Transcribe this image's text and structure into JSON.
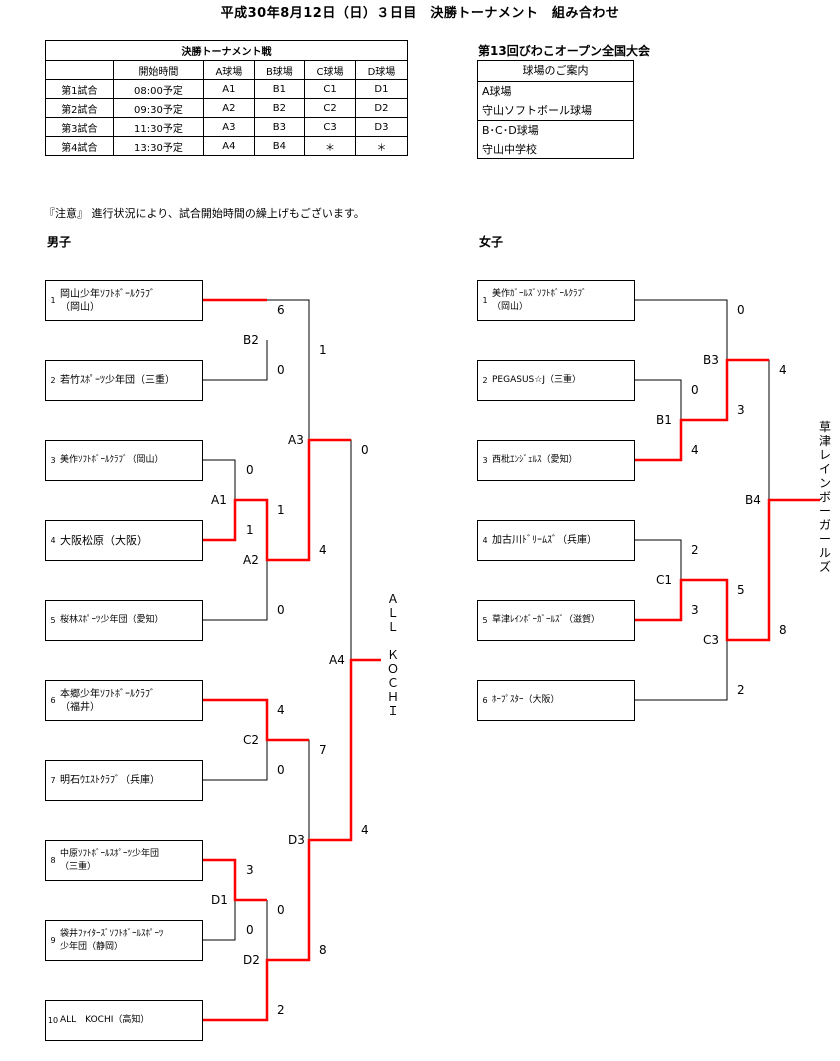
{
  "page_title": "平成30年8月12日（日）３日目　決勝トーナメント　組み合わせ",
  "schedule": {
    "caption": "決勝トーナメント戦",
    "headers": [
      "",
      "開始時間",
      "A球場",
      "B球場",
      "C球場",
      "D球場"
    ],
    "rows": [
      [
        "第1試合",
        "08:00予定",
        "A1",
        "B1",
        "C1",
        "D1"
      ],
      [
        "第2試合",
        "09:30予定",
        "A2",
        "B2",
        "C2",
        "D2"
      ],
      [
        "第3試合",
        "11:30予定",
        "A3",
        "B3",
        "C3",
        "D3"
      ],
      [
        "第4試合",
        "13:30予定",
        "A4",
        "B4",
        "＊",
        "＊"
      ]
    ]
  },
  "tournament_name": "第13回びわこオープン全国大会",
  "venues": {
    "title": "球場のご案内",
    "groups": [
      {
        "fields": "A球場",
        "place": "守山ソフトボール球場"
      },
      {
        "fields": "B･C･D球場",
        "place": "守山中学校"
      }
    ]
  },
  "notice": "『注意』 進行状況により、試合開始時間の繰上げもございます。",
  "boys": {
    "label": "男子",
    "teams": [
      {
        "seed": "1",
        "name": "岡山少年ｿﾌﾄﾎﾞｰﾙｸﾗﾌﾞ",
        "name2": "（岡山）"
      },
      {
        "seed": "2",
        "name": "若竹ｽﾎﾟｰﾂ少年団（三重）",
        "name2": ""
      },
      {
        "seed": "3",
        "name": "美作ｿﾌﾄﾎﾞｰﾙｸﾗﾌﾞ（岡山）",
        "name2": ""
      },
      {
        "seed": "4",
        "name": "大阪松原（大阪）",
        "name2": ""
      },
      {
        "seed": "5",
        "name": "桜林ｽﾎﾟｰﾂ少年団（愛知）",
        "name2": ""
      },
      {
        "seed": "6",
        "name": "本郷少年ｿﾌﾄﾎﾞｰﾙｸﾗﾌﾞ",
        "name2": "（福井）"
      },
      {
        "seed": "7",
        "name": "明石ｳｴｽﾄｸﾗﾌﾞ（兵庫）",
        "name2": ""
      },
      {
        "seed": "8",
        "name": "中原ｿﾌﾄﾎﾞｰﾙｽﾎﾟｰﾂ少年団",
        "name2": "（三重）"
      },
      {
        "seed": "9",
        "name": "袋井ﾌｧｲﾀｰｽﾞｿﾌﾄﾎﾞｰﾙｽﾎﾟｰﾂ",
        "name2": "少年団（静岡）"
      },
      {
        "seed": "10",
        "name": "ALL　KOCHI（高知）",
        "name2": ""
      }
    ],
    "match_labels": {
      "B2": "B2",
      "A1": "A1",
      "A2": "A2",
      "A3": "A3",
      "A4": "A4",
      "C2": "C2",
      "D1": "D1",
      "D2": "D2",
      "D3": "D3"
    },
    "scores": {
      "b2_t1": "6",
      "b2_t2": "0",
      "a1_t3": "0",
      "a1_t4": "1",
      "a2_w": "1",
      "a2_t5": "0",
      "a3_b2": "1",
      "a3_a2": "4",
      "c2_t6": "4",
      "c2_t7": "0",
      "d1_t8": "3",
      "d1_t9": "0",
      "d2_d1": "0",
      "d2_t10": "2",
      "d3_c2": "7",
      "d3_d2": "8",
      "a4_a3": "0",
      "a4_d3": "4"
    },
    "champion": "ＡＬＬ　ＫＯＣＨＩ"
  },
  "girls": {
    "label": "女子",
    "teams": [
      {
        "seed": "1",
        "name": "美作ｶﾞｰﾙｽﾞｿﾌﾄﾎﾞｰﾙｸﾗﾌﾞ",
        "name2": "（岡山）"
      },
      {
        "seed": "2",
        "name": "PEGASUS☆J（三重）",
        "name2": ""
      },
      {
        "seed": "3",
        "name": "西枇ｴﾝｼﾞｪﾙｽ（愛知）",
        "name2": ""
      },
      {
        "seed": "4",
        "name": "加古川ﾄﾞﾘｰﾑｽﾞ（兵庫）",
        "name2": ""
      },
      {
        "seed": "5",
        "name": "草津ﾚｲﾝﾎﾞｰｶﾞｰﾙｽﾞ（滋賀）",
        "name2": ""
      },
      {
        "seed": "6",
        "name": "ﾎｰﾌﾟｽﾀｰ（大阪）",
        "name2": ""
      }
    ],
    "match_labels": {
      "B1": "B1",
      "B3": "B3",
      "B4": "B4",
      "C1": "C1",
      "C3": "C3"
    },
    "scores": {
      "b1_t2": "0",
      "b1_t3": "4",
      "b3_t1": "0",
      "b3_b1": "3",
      "c1_t4": "2",
      "c1_t5": "3",
      "c3_c1": "5",
      "c3_t6": "2",
      "b4_b3": "4",
      "b4_c3": "8"
    },
    "champion": "草津レインボーガールズ"
  },
  "colors": {
    "win_line": "#ff0000",
    "line": "#000000"
  }
}
